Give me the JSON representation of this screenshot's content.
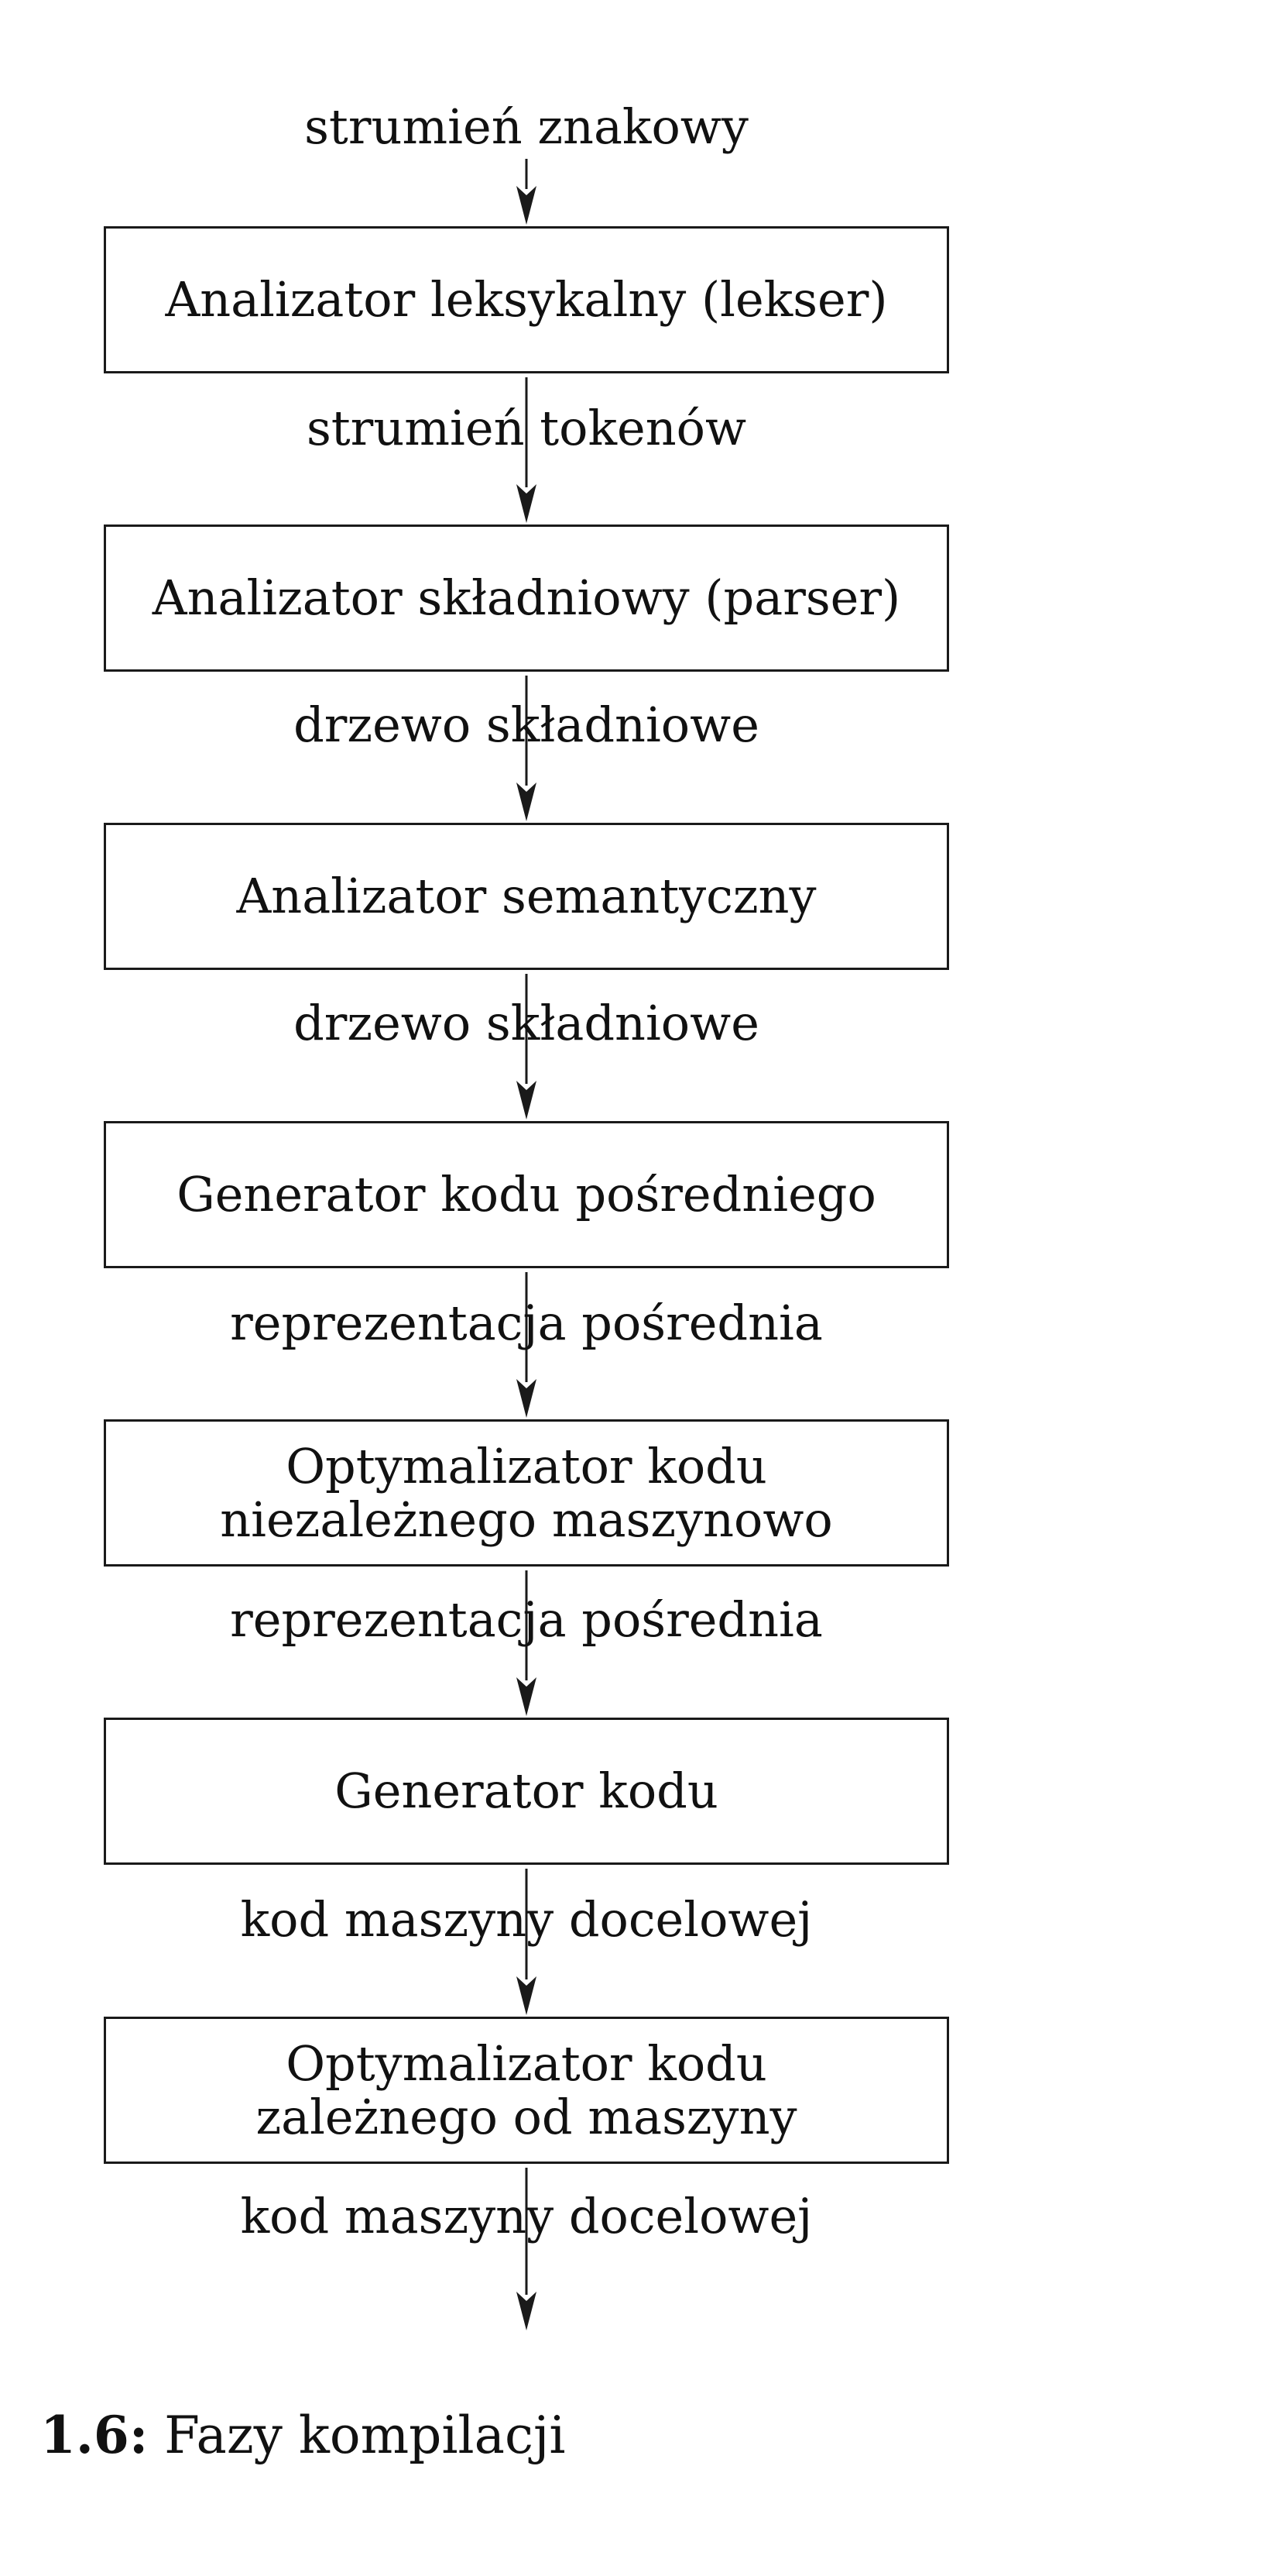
{
  "flow": {
    "input_label": "strumień znakowy",
    "stages": [
      {
        "lines": [
          "Analizator leksykalny (lekser)"
        ],
        "output_label": "strumień tokenów"
      },
      {
        "lines": [
          "Analizator składniowy (parser)"
        ],
        "output_label": "drzewo składniowe"
      },
      {
        "lines": [
          "Analizator semantyczny"
        ],
        "output_label": "drzewo składniowe"
      },
      {
        "lines": [
          "Generator kodu pośredniego"
        ],
        "output_label": "reprezentacja pośrednia"
      },
      {
        "lines": [
          "Optymalizator kodu",
          "niezależnego maszynowo"
        ],
        "output_label": "reprezentacja pośrednia"
      },
      {
        "lines": [
          "Generator kodu"
        ],
        "output_label": "kod maszyny docelowej"
      },
      {
        "lines": [
          "Optymalizator kodu",
          "zależnego od maszyny"
        ],
        "output_label": "kod maszyny docelowej"
      }
    ]
  },
  "caption": {
    "number": "1.6:",
    "text": "Fazy kompilacji"
  },
  "colors": {
    "ink": "#1a1a1a",
    "background": "#ffffff"
  }
}
